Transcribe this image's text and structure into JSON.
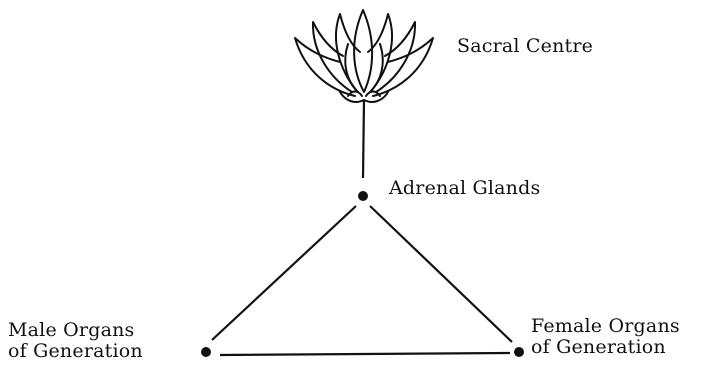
{
  "diagram": {
    "nodes": {
      "sacral": {
        "label": "Sacral Centre"
      },
      "adrenal": {
        "label": "Adrenal Glands"
      },
      "male": {
        "label_line1": "Male Organs",
        "label_line2": "of Generation"
      },
      "female": {
        "label_line1": "Female Organs",
        "label_line2": "of Generation"
      }
    },
    "icons": {
      "sacral": "lotus-flower-icon"
    },
    "colors": {
      "ink": "#111111",
      "background": "#ffffff"
    }
  }
}
